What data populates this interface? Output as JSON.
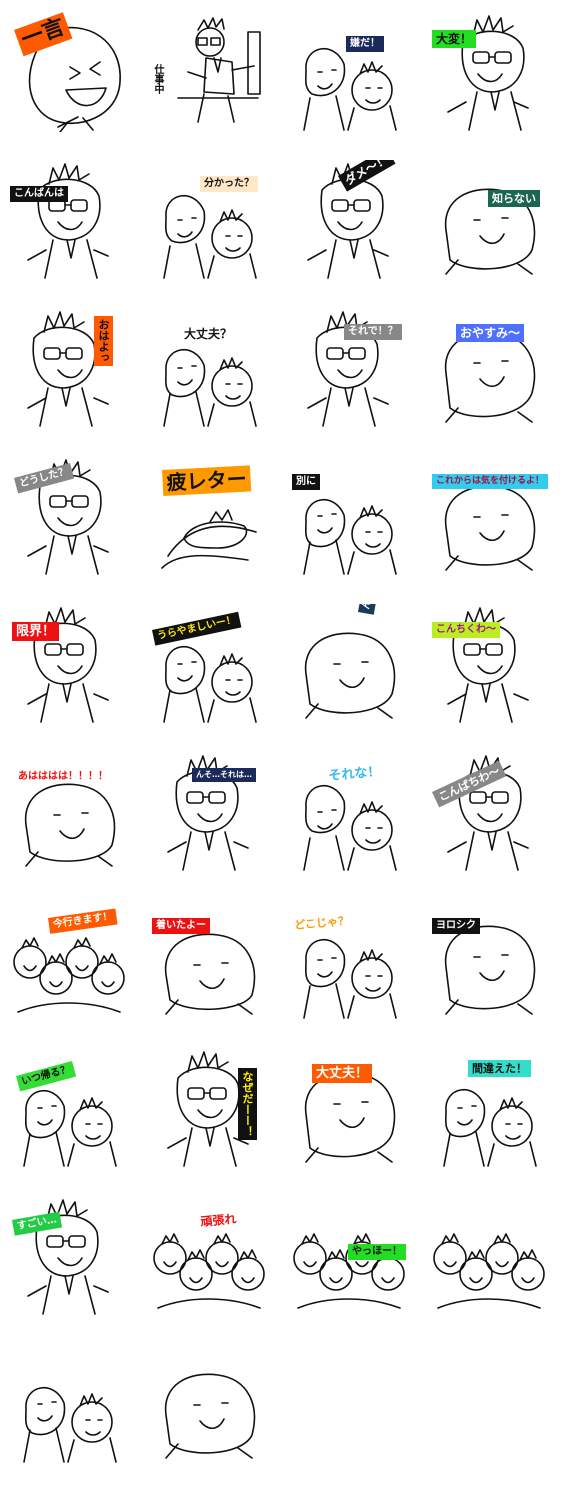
{
  "stickers": [
    {
      "id": "ichigen",
      "text": "一言",
      "bg": "#ff5a00",
      "fg": "#111111",
      "rotate": -20,
      "size": 22,
      "variant": "bigface"
    },
    {
      "id": "shigotochu",
      "text": "仕事中",
      "bg": "",
      "fg": "#111111",
      "rotate": 0,
      "size": 10,
      "vertical": true,
      "variant": "desk"
    },
    {
      "id": "iyada",
      "text": "嫌だ！",
      "bg": "#1a2a5a",
      "fg": "#ffffff",
      "rotate": 0,
      "size": 10,
      "variant": "pair"
    },
    {
      "id": "taihen",
      "text": "大変！",
      "bg": "#22dd22",
      "fg": "#111111",
      "rotate": 0,
      "size": 12,
      "variant": "glasses"
    },
    {
      "id": "konbanwa",
      "text": "こんばんは",
      "bg": "#111111",
      "fg": "#ffffff",
      "rotate": 0,
      "size": 10,
      "variant": "glasses"
    },
    {
      "id": "wakatta",
      "text": "分かった？",
      "bg": "#ffe8c8",
      "fg": "#111111",
      "rotate": 0,
      "size": 10,
      "variant": "pair"
    },
    {
      "id": "dame",
      "text": "ダメ〜！",
      "bg": "#111111",
      "fg": "#ffffff",
      "rotate": -30,
      "size": 12,
      "variant": "glasses"
    },
    {
      "id": "shiranai",
      "text": "知らない",
      "bg": "#1a6650",
      "fg": "#ffffff",
      "rotate": 0,
      "size": 11,
      "variant": "blob"
    },
    {
      "id": "ohayo",
      "text": "おはよっ",
      "bg": "#ff5a00",
      "fg": "#111111",
      "rotate": 0,
      "size": 11,
      "vertical": true,
      "variant": "glasses"
    },
    {
      "id": "daijobu_q",
      "text": "大丈夫？",
      "bg": "",
      "fg": "#111111",
      "rotate": 0,
      "size": 12,
      "variant": "pair"
    },
    {
      "id": "sorede",
      "text": "それで！？",
      "bg": "#888888",
      "fg": "#ffffff",
      "rotate": 0,
      "size": 10,
      "variant": "glasses"
    },
    {
      "id": "oyasumi",
      "text": "おやすみ〜",
      "bg": "#4f6fff",
      "fg": "#ffffff",
      "rotate": 0,
      "size": 12,
      "variant": "blob"
    },
    {
      "id": "doushita",
      "text": "どうした？",
      "bg": "#888888",
      "fg": "#ffffff",
      "rotate": -15,
      "size": 10,
      "variant": "glasses"
    },
    {
      "id": "tsukareta",
      "text": "疲レター",
      "bg": "#ff9900",
      "fg": "#111111",
      "rotate": -3,
      "size": 20,
      "variant": "lying"
    },
    {
      "id": "betsuni",
      "text": "別に",
      "bg": "#111111",
      "fg": "#ffffff",
      "rotate": 0,
      "size": 10,
      "variant": "pair"
    },
    {
      "id": "korekara",
      "text": "これからは気を付けるよ！",
      "bg": "#33ccee",
      "fg": "#a01040",
      "rotate": 0,
      "size": 9,
      "variant": "blob"
    },
    {
      "id": "genkai",
      "text": "限界！",
      "bg": "#ee1111",
      "fg": "#ffffff",
      "rotate": 0,
      "size": 13,
      "variant": "glasses"
    },
    {
      "id": "urayamashii",
      "text": "うらやましいー！",
      "bg": "#111111",
      "fg": "#ffee00",
      "rotate": -12,
      "size": 10,
      "variant": "pair"
    },
    {
      "id": "nne",
      "text": "んえ！！？",
      "bg": "#1a3a5a",
      "fg": "#ffffff",
      "rotate": -80,
      "size": 10,
      "variant": "blob"
    },
    {
      "id": "konchikuwa",
      "text": "こんちくわ〜",
      "bg": "#bbee22",
      "fg": "#a01090",
      "rotate": 0,
      "size": 10,
      "variant": "glasses"
    },
    {
      "id": "ahaha",
      "text": "あはははは！！！！",
      "bg": "",
      "fg": "#ee1111",
      "rotate": 0,
      "size": 10,
      "variant": "blob"
    },
    {
      "id": "nnsore",
      "text": "んそ…それは…",
      "bg": "#1a2a5a",
      "fg": "#ffffff",
      "rotate": 0,
      "size": 8,
      "variant": "glasses"
    },
    {
      "id": "sorena",
      "text": "それな！",
      "bg": "",
      "fg": "#33bbee",
      "rotate": -5,
      "size": 13,
      "variant": "pair"
    },
    {
      "id": "konbachiwa",
      "text": "こんばちわ〜",
      "bg": "#888888",
      "fg": "#ffffff",
      "rotate": -25,
      "size": 11,
      "variant": "glasses"
    },
    {
      "id": "imaikimasu",
      "text": "今行きます！",
      "bg": "#ff5a00",
      "fg": "#ffffff",
      "rotate": -8,
      "size": 10,
      "variant": "crowd"
    },
    {
      "id": "tsuitayo",
      "text": "着いたよー",
      "bg": "#ee1111",
      "fg": "#ffffff",
      "rotate": 0,
      "size": 10,
      "variant": "blob"
    },
    {
      "id": "dokoja",
      "text": "どこじゃ？",
      "bg": "",
      "fg": "#ff9900",
      "rotate": -5,
      "size": 11,
      "variant": "pair"
    },
    {
      "id": "yoroshiku",
      "text": "ヨロシク",
      "bg": "#111111",
      "fg": "#ffffff",
      "rotate": 0,
      "size": 10,
      "variant": "blob"
    },
    {
      "id": "itsukaeru",
      "text": "いつ帰る？",
      "bg": "#33dd33",
      "fg": "#111111",
      "rotate": -15,
      "size": 10,
      "variant": "pair"
    },
    {
      "id": "naze",
      "text": "なぜだーー！",
      "bg": "#111111",
      "fg": "#ffee00",
      "rotate": 0,
      "size": 11,
      "vertical": true,
      "variant": "glasses"
    },
    {
      "id": "daijobu",
      "text": "大丈夫！",
      "bg": "#ff5a00",
      "fg": "#ffffff",
      "rotate": 0,
      "size": 13,
      "variant": "blob"
    },
    {
      "id": "machigaeta",
      "text": "間違えた！",
      "bg": "#33ddcc",
      "fg": "#111111",
      "rotate": 0,
      "size": 11,
      "variant": "pair"
    },
    {
      "id": "sugoi",
      "text": "すごい…",
      "bg": "#22cc44",
      "fg": "#ffffff",
      "rotate": -10,
      "size": 10,
      "variant": "glasses"
    },
    {
      "id": "ganbare",
      "text": "頑張れ",
      "bg": "",
      "fg": "#ee1111",
      "rotate": -5,
      "size": 12,
      "variant": "crowd"
    },
    {
      "id": "yahoo",
      "text": "やっほー！",
      "bg": "#22dd22",
      "fg": "#111111",
      "rotate": 0,
      "size": 10,
      "variant": "crowd"
    },
    {
      "id": "crowdred",
      "text": "",
      "bg": "",
      "fg": "#ee1111",
      "rotate": 0,
      "size": 10,
      "variant": "crowd"
    },
    {
      "id": "blank1",
      "text": "",
      "bg": "",
      "fg": "#111111",
      "rotate": 0,
      "size": 10,
      "variant": "pair"
    },
    {
      "id": "blank2",
      "text": "",
      "bg": "",
      "fg": "#111111",
      "rotate": 0,
      "size": 10,
      "variant": "blob"
    }
  ]
}
